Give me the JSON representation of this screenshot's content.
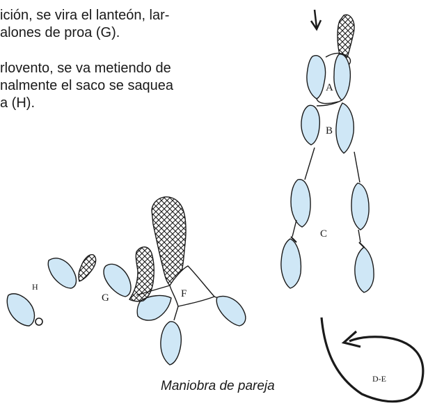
{
  "text_lines": [
    "ición, se vira el lanteón, lar-",
    "alones de proa (G).",
    "rlovento, se va metiendo de",
    "nalmente el saco se saquea",
    "a (H)."
  ],
  "caption": "Maniobra de pareja",
  "labels": {
    "a": "A",
    "b": "B",
    "c": "C",
    "de": "D-E",
    "f": "F",
    "g": "G",
    "h": "H"
  },
  "colors": {
    "boat_fill": "#cfe7f6",
    "stroke": "#1a1a1a"
  }
}
